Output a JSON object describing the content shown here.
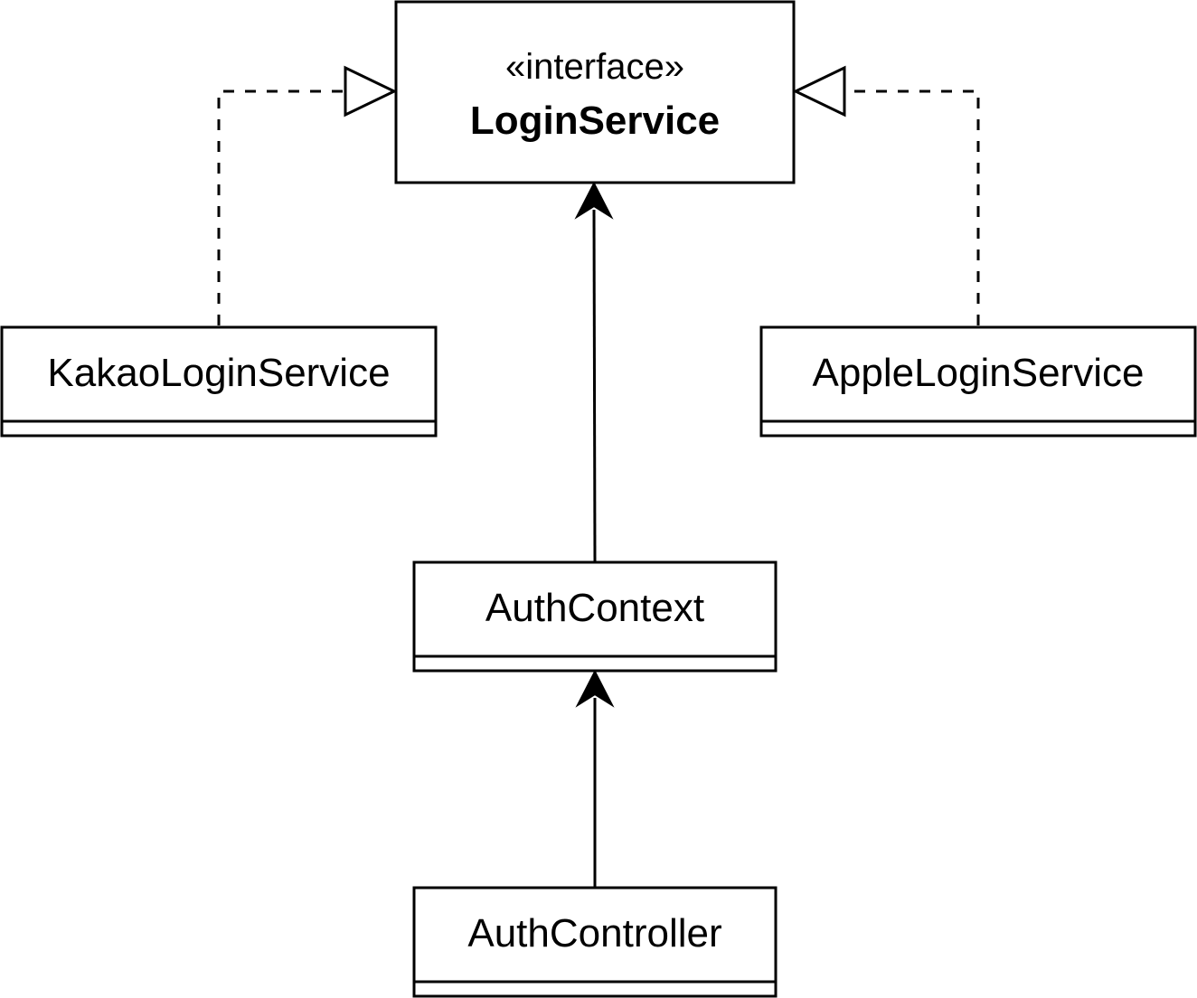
{
  "diagram": {
    "interface": {
      "stereotype": "«interface»",
      "name": "LoginService"
    },
    "classes": {
      "kakao": "KakaoLoginService",
      "apple": "AppleLoginService",
      "context": "AuthContext",
      "controller": "AuthController"
    },
    "relations": [
      {
        "from": "KakaoLoginService",
        "to": "LoginService",
        "kind": "realization"
      },
      {
        "from": "AppleLoginService",
        "to": "LoginService",
        "kind": "realization"
      },
      {
        "from": "AuthContext",
        "to": "LoginService",
        "kind": "association"
      },
      {
        "from": "AuthController",
        "to": "AuthContext",
        "kind": "association"
      }
    ]
  }
}
